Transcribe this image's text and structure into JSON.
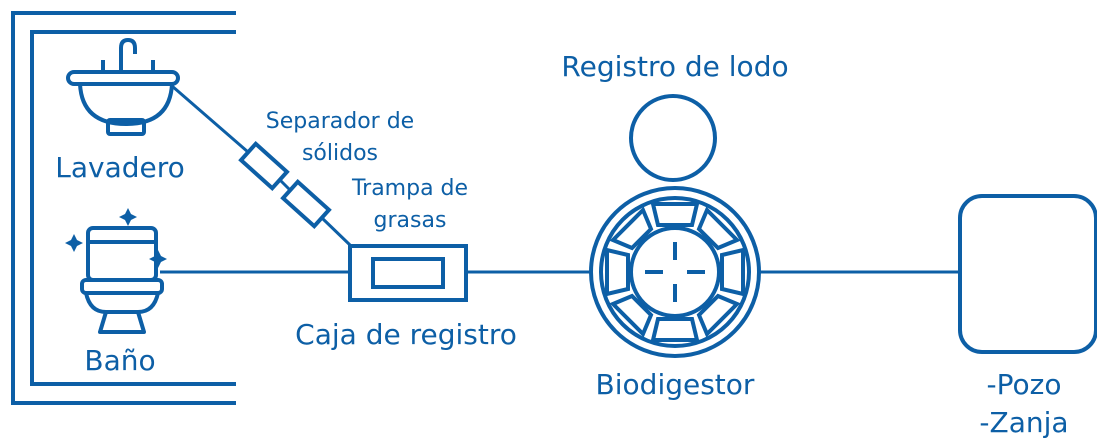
{
  "colors": {
    "primary": "#0d5fa6",
    "background": "#ffffff"
  },
  "labels": {
    "lavadero": "Lavadero",
    "bano": "Baño",
    "separador_line1": "Separador de",
    "separador_line2": "sólidos",
    "trampa_line1": "Trampa de",
    "trampa_line2": "grasas",
    "caja": "Caja de registro",
    "registro_lodo": "Registro de lodo",
    "biodigestor": "Biodigestor",
    "destino_line1": "-Pozo",
    "destino_line2": "-Zanja"
  },
  "icons": [
    "sink-icon",
    "toilet-icon",
    "sparkle-icon",
    "filter-icon",
    "septic-tank-icon"
  ]
}
